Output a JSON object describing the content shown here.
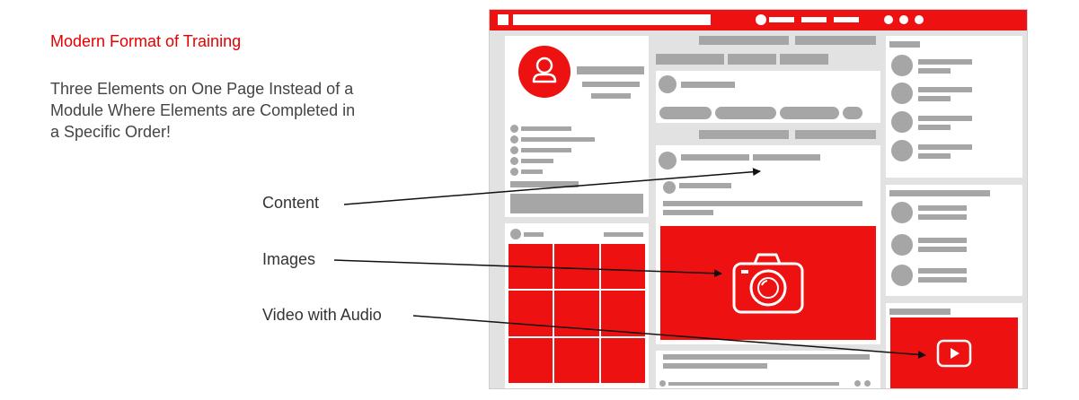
{
  "title": "Modern Format of Training",
  "subtitle": "Three Elements on One Page Instead of a Module Where Elements are Completed in a Specific Order!",
  "callouts": {
    "content": "Content",
    "images": "Images",
    "video": "Video with Audio"
  },
  "icons": {
    "profile": "user-icon",
    "camera": "camera-icon",
    "play": "play-icon"
  },
  "colors": {
    "accent": "#ee1111",
    "placeholder": "#a6a6a6",
    "panel": "#ffffff",
    "frame": "#e2e2e2"
  }
}
